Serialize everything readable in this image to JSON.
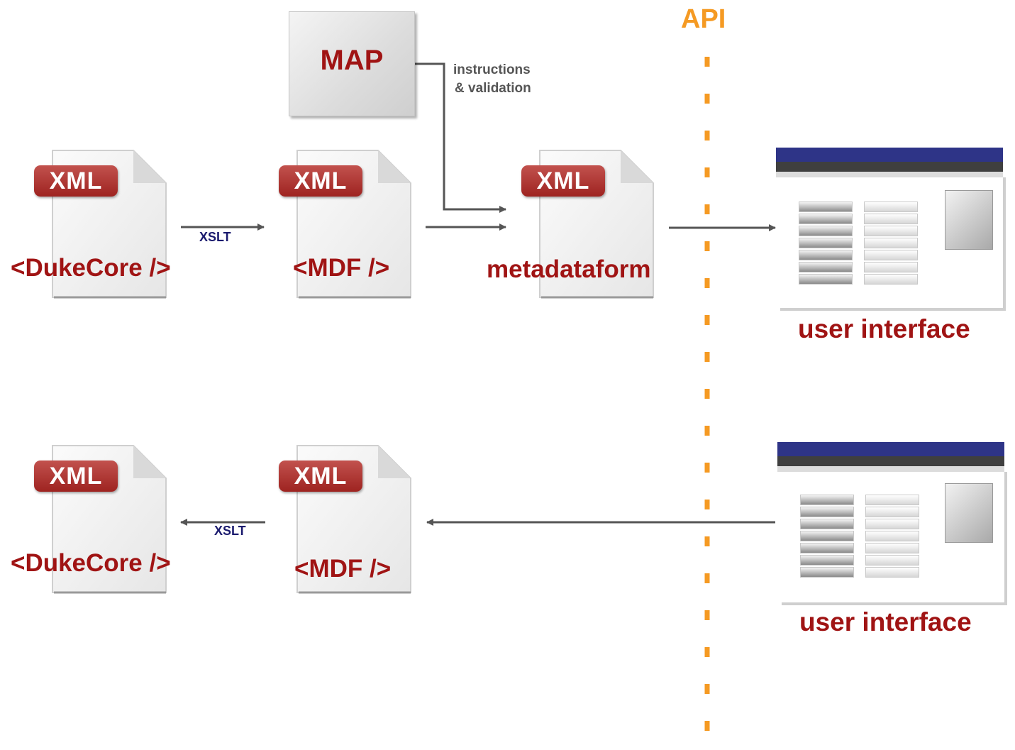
{
  "api": {
    "label": "API"
  },
  "map": {
    "label": "MAP",
    "note_line1": "instructions",
    "note_line2": "& validation"
  },
  "top_row": {
    "doc1": {
      "badge": "XML",
      "label": "<DukeCore />"
    },
    "doc2": {
      "badge": "XML",
      "label": "<MDF />"
    },
    "doc3": {
      "badge": "XML",
      "label": "metadataform"
    },
    "transform_label": "XSLT",
    "ui_label": "user interface"
  },
  "bottom_row": {
    "doc1": {
      "badge": "XML",
      "label": "<DukeCore />"
    },
    "doc2": {
      "badge": "XML",
      "label": "<MDF />"
    },
    "transform_label": "XSLT",
    "ui_label": "user interface"
  },
  "colors": {
    "label_red": "#a01414",
    "badge_red": "#9e2320",
    "api_orange": "#f59a23",
    "arrow_gray": "#555555",
    "ui_title_blue": "#2e3487"
  }
}
